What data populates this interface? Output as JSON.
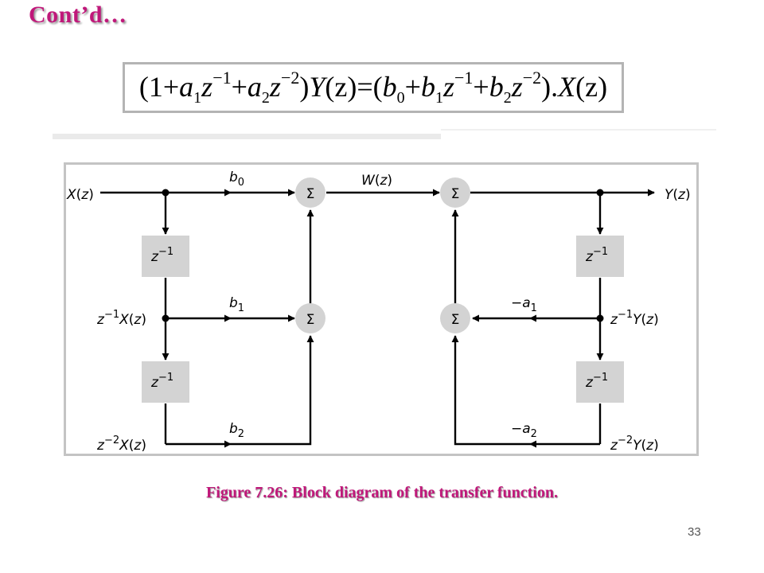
{
  "slide": {
    "title": "Cont’d…",
    "page_number": "33",
    "caption": "Figure 7.26: Block diagram of the transfer function."
  },
  "equation": {
    "p1": "(1+",
    "a": "a",
    "one": "1",
    "z": "z",
    "exp_m1": "−1",
    "plus": "+",
    "two": "2",
    "exp_m2": "−2",
    "close_Y": ")",
    "Y": "Y",
    "eq_open": "(z)=(",
    "b": "b",
    "zero": "0",
    "dot": ".",
    "X": "X",
    "tail": "(z)",
    "paren_z_open": "(",
    "paren_z_close": ")"
  },
  "diagram": {
    "labels": {
      "X": "X",
      "Y": "Y",
      "W": "W",
      "z": "z",
      "b": "b",
      "a": "a",
      "minus": "−",
      "open_paren": "(",
      "close_paren": ")",
      "zero": "0",
      "one": "1",
      "two": "2",
      "exp_m1": "−1",
      "exp_m2": "−2",
      "sigma": "Σ"
    },
    "colors": {
      "block_fill": "#d3d3d3",
      "sum_fill": "#d3d3d3",
      "line": "#000000"
    }
  }
}
